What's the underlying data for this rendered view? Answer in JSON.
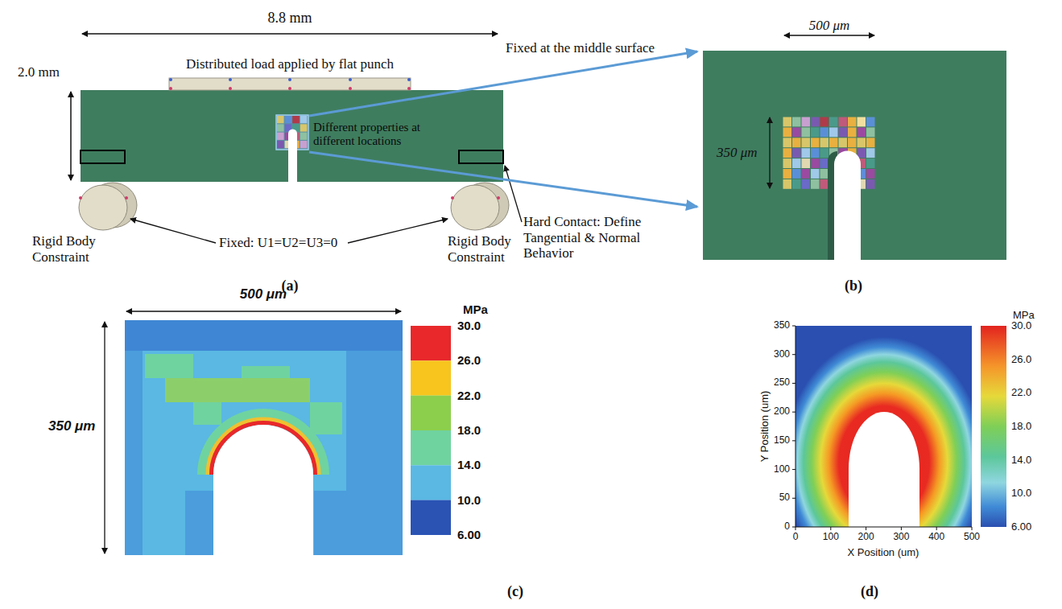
{
  "diagram": {
    "nodes": [
      {
        "text": [
          "Different properties at different locations"
        ]
      }
    ],
    "labels": [
      "8.8 mm",
      "Distributed load applied by flat punch",
      "2.0 mm",
      "Fixed at the middle surface",
      "Hard Contact: Define Tangential & Normal Behavior",
      "Rigid Body Constraint",
      "Fixed: U1=U2=U3=0",
      "Rigid Body Constraint",
      "(a)",
      "500 μm",
      "350 μm",
      "(b)",
      "500 μm",
      "350 μm",
      "MPa",
      "30.0",
      "26.0",
      "22.0",
      "18.0",
      "14.0",
      "10.0",
      "6.00",
      "(c)",
      "MPa",
      "30.0",
      "26.0",
      "22.0",
      "18.0",
      "14.0",
      "10.0",
      "6.00",
      "Y Position (um)",
      "0",
      "50",
      "100",
      "150",
      "200",
      "250",
      "300",
      "350",
      "0",
      "100",
      "200",
      "300",
      "400",
      "500",
      "X Position (um)",
      "(d)"
    ]
  }
}
